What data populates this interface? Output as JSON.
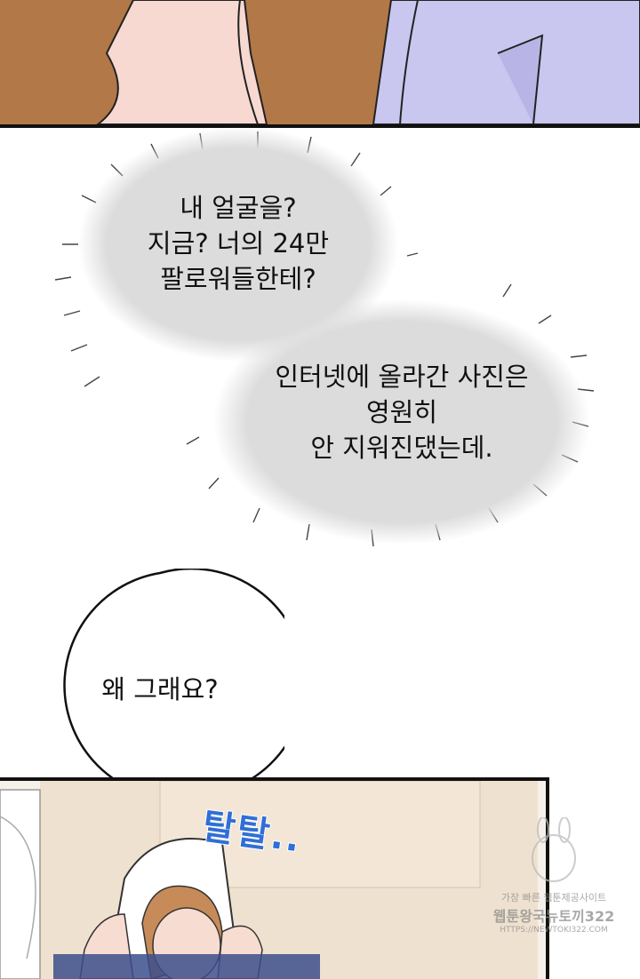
{
  "bubbles": {
    "thought_1": "내 얼굴을?\n지금? 너의 24만\n팔로워들한테?",
    "thought_2": "인터넷에 올라간 사진은\n영원히\n안 지워진댔는데.",
    "speech_1": "왜 그래요?"
  },
  "sfx": {
    "text": "탈탈..",
    "color": "#2f6fd6"
  },
  "watermark": {
    "line1": "가장 빠른 웹툰제공사이트",
    "line2": "웹툰왕국뉴토끼322",
    "line3": "HTTPS://NEWTOKI322.COM"
  },
  "colors": {
    "floor": "#b77e4e",
    "shirt": "#c9c7ef",
    "thought_bubble": "#dcdcdc",
    "panel_border": "#111111"
  }
}
